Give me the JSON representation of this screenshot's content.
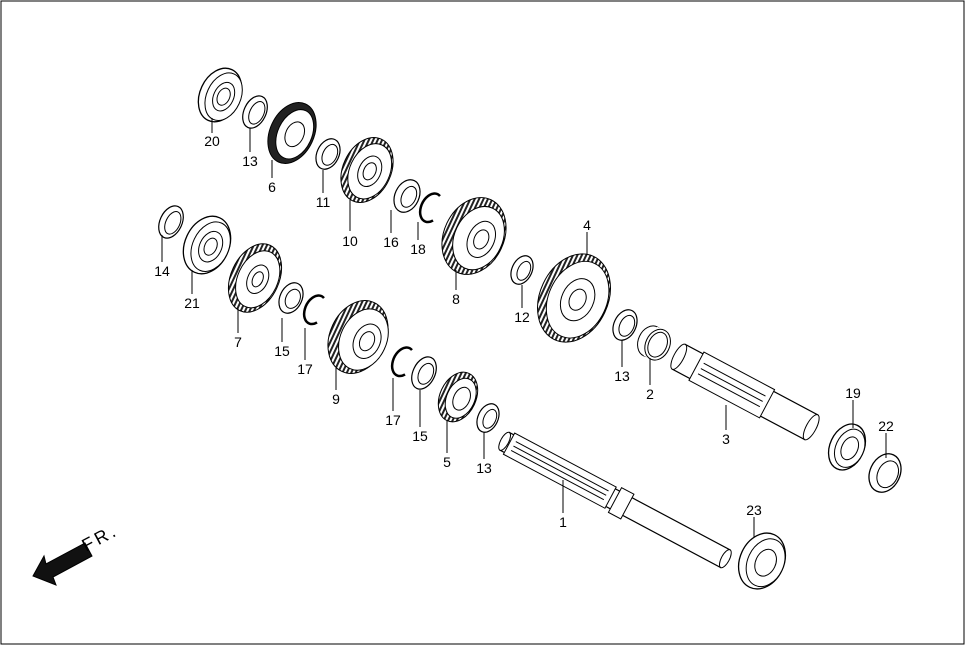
{
  "direction_label": "FR.",
  "parts": [
    {
      "id": "p20",
      "number": "20",
      "kind": "bearing"
    },
    {
      "id": "p13a",
      "number": "13",
      "kind": "washer"
    },
    {
      "id": "p6",
      "number": "6",
      "kind": "gear"
    },
    {
      "id": "p11",
      "number": "11",
      "kind": "washer"
    },
    {
      "id": "p10",
      "number": "10",
      "kind": "gear"
    },
    {
      "id": "p16",
      "number": "16",
      "kind": "washer"
    },
    {
      "id": "p18",
      "number": "18",
      "kind": "circlip"
    },
    {
      "id": "p8",
      "number": "8",
      "kind": "gear"
    },
    {
      "id": "p4",
      "number": "4",
      "kind": "gear"
    },
    {
      "id": "p12",
      "number": "12",
      "kind": "washer"
    },
    {
      "id": "p14",
      "number": "14",
      "kind": "washer"
    },
    {
      "id": "p21",
      "number": "21",
      "kind": "bearing"
    },
    {
      "id": "p7",
      "number": "7",
      "kind": "gear"
    },
    {
      "id": "p15a",
      "number": "15",
      "kind": "washer"
    },
    {
      "id": "p17a",
      "number": "17",
      "kind": "circlip"
    },
    {
      "id": "p9",
      "number": "9",
      "kind": "gear"
    },
    {
      "id": "p17b",
      "number": "17",
      "kind": "circlip"
    },
    {
      "id": "p15b",
      "number": "15",
      "kind": "washer"
    },
    {
      "id": "p5",
      "number": "5",
      "kind": "gear"
    },
    {
      "id": "p13b",
      "number": "13",
      "kind": "washer"
    },
    {
      "id": "p13c",
      "number": "13",
      "kind": "washer"
    },
    {
      "id": "p2",
      "number": "2",
      "kind": "bushing"
    },
    {
      "id": "p3",
      "number": "3",
      "kind": "shaft"
    },
    {
      "id": "p19",
      "number": "19",
      "kind": "bearing"
    },
    {
      "id": "p22",
      "number": "22",
      "kind": "seal"
    },
    {
      "id": "p1",
      "number": "1",
      "kind": "shaft"
    },
    {
      "id": "p23",
      "number": "23",
      "kind": "bearing"
    }
  ]
}
